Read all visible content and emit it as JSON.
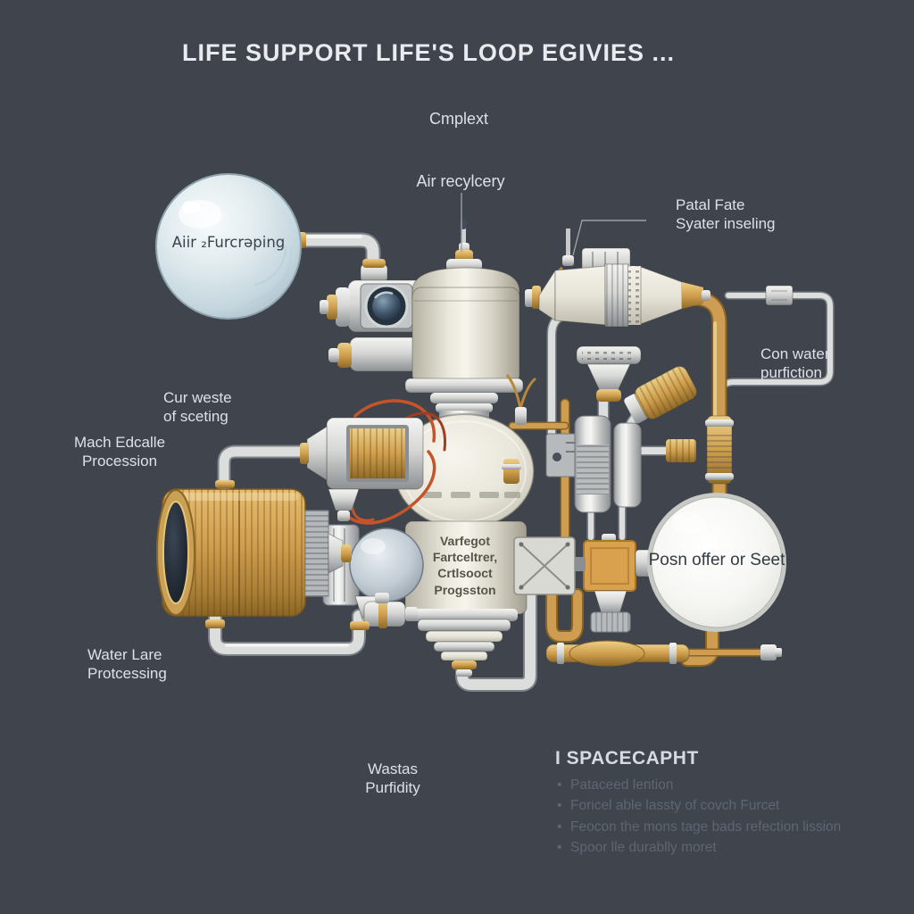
{
  "title": "LIFE SUPPORT LIFE'S LOOP EGIVIES ...",
  "labels": {
    "cmplext": "Cmplext",
    "air_recyclery": "Air recylcery",
    "patal_fate_1": "Patal Fate",
    "patal_fate_2": "Syater inseling",
    "con_water_1": "Con water",
    "con_water_2": "purfiction",
    "cur_weste_1": "Cur weste",
    "cur_weste_2": "of sceting",
    "mach_edcalle_1": "Mach Edcalle",
    "mach_edcalle_2": "Procession",
    "water_lare_1": "Water Lare",
    "water_lare_2": "Protcessing",
    "wastas_1": "Wastas",
    "wastas_2": "Purfidity"
  },
  "spheres": {
    "glass_tank_label": "Aiir ₂Furcrəping",
    "white_tank_label": "Posn offer or Seet"
  },
  "machine_label": {
    "line1": "Varfegot",
    "line2": "Fartceltrer,",
    "line3": "Crtlsooct",
    "line4": "Progsston"
  },
  "notes": {
    "heading": "I SPACECAPHT",
    "bullets": [
      "Pataceed lention",
      "Foricel able lassty of covch Furcet",
      "Feocon the mons tage bads refection lission",
      "Spoor lle durablly moret"
    ]
  },
  "colors": {
    "background": "#3f444d",
    "text_light": "#dde1e7",
    "text_dim": "#5e6673",
    "gold": "#cf9d52",
    "brass": "#b68a38",
    "silver": "#dcdedd",
    "ivory": "#e8e5d9",
    "wire_orange": "#c4552a"
  }
}
